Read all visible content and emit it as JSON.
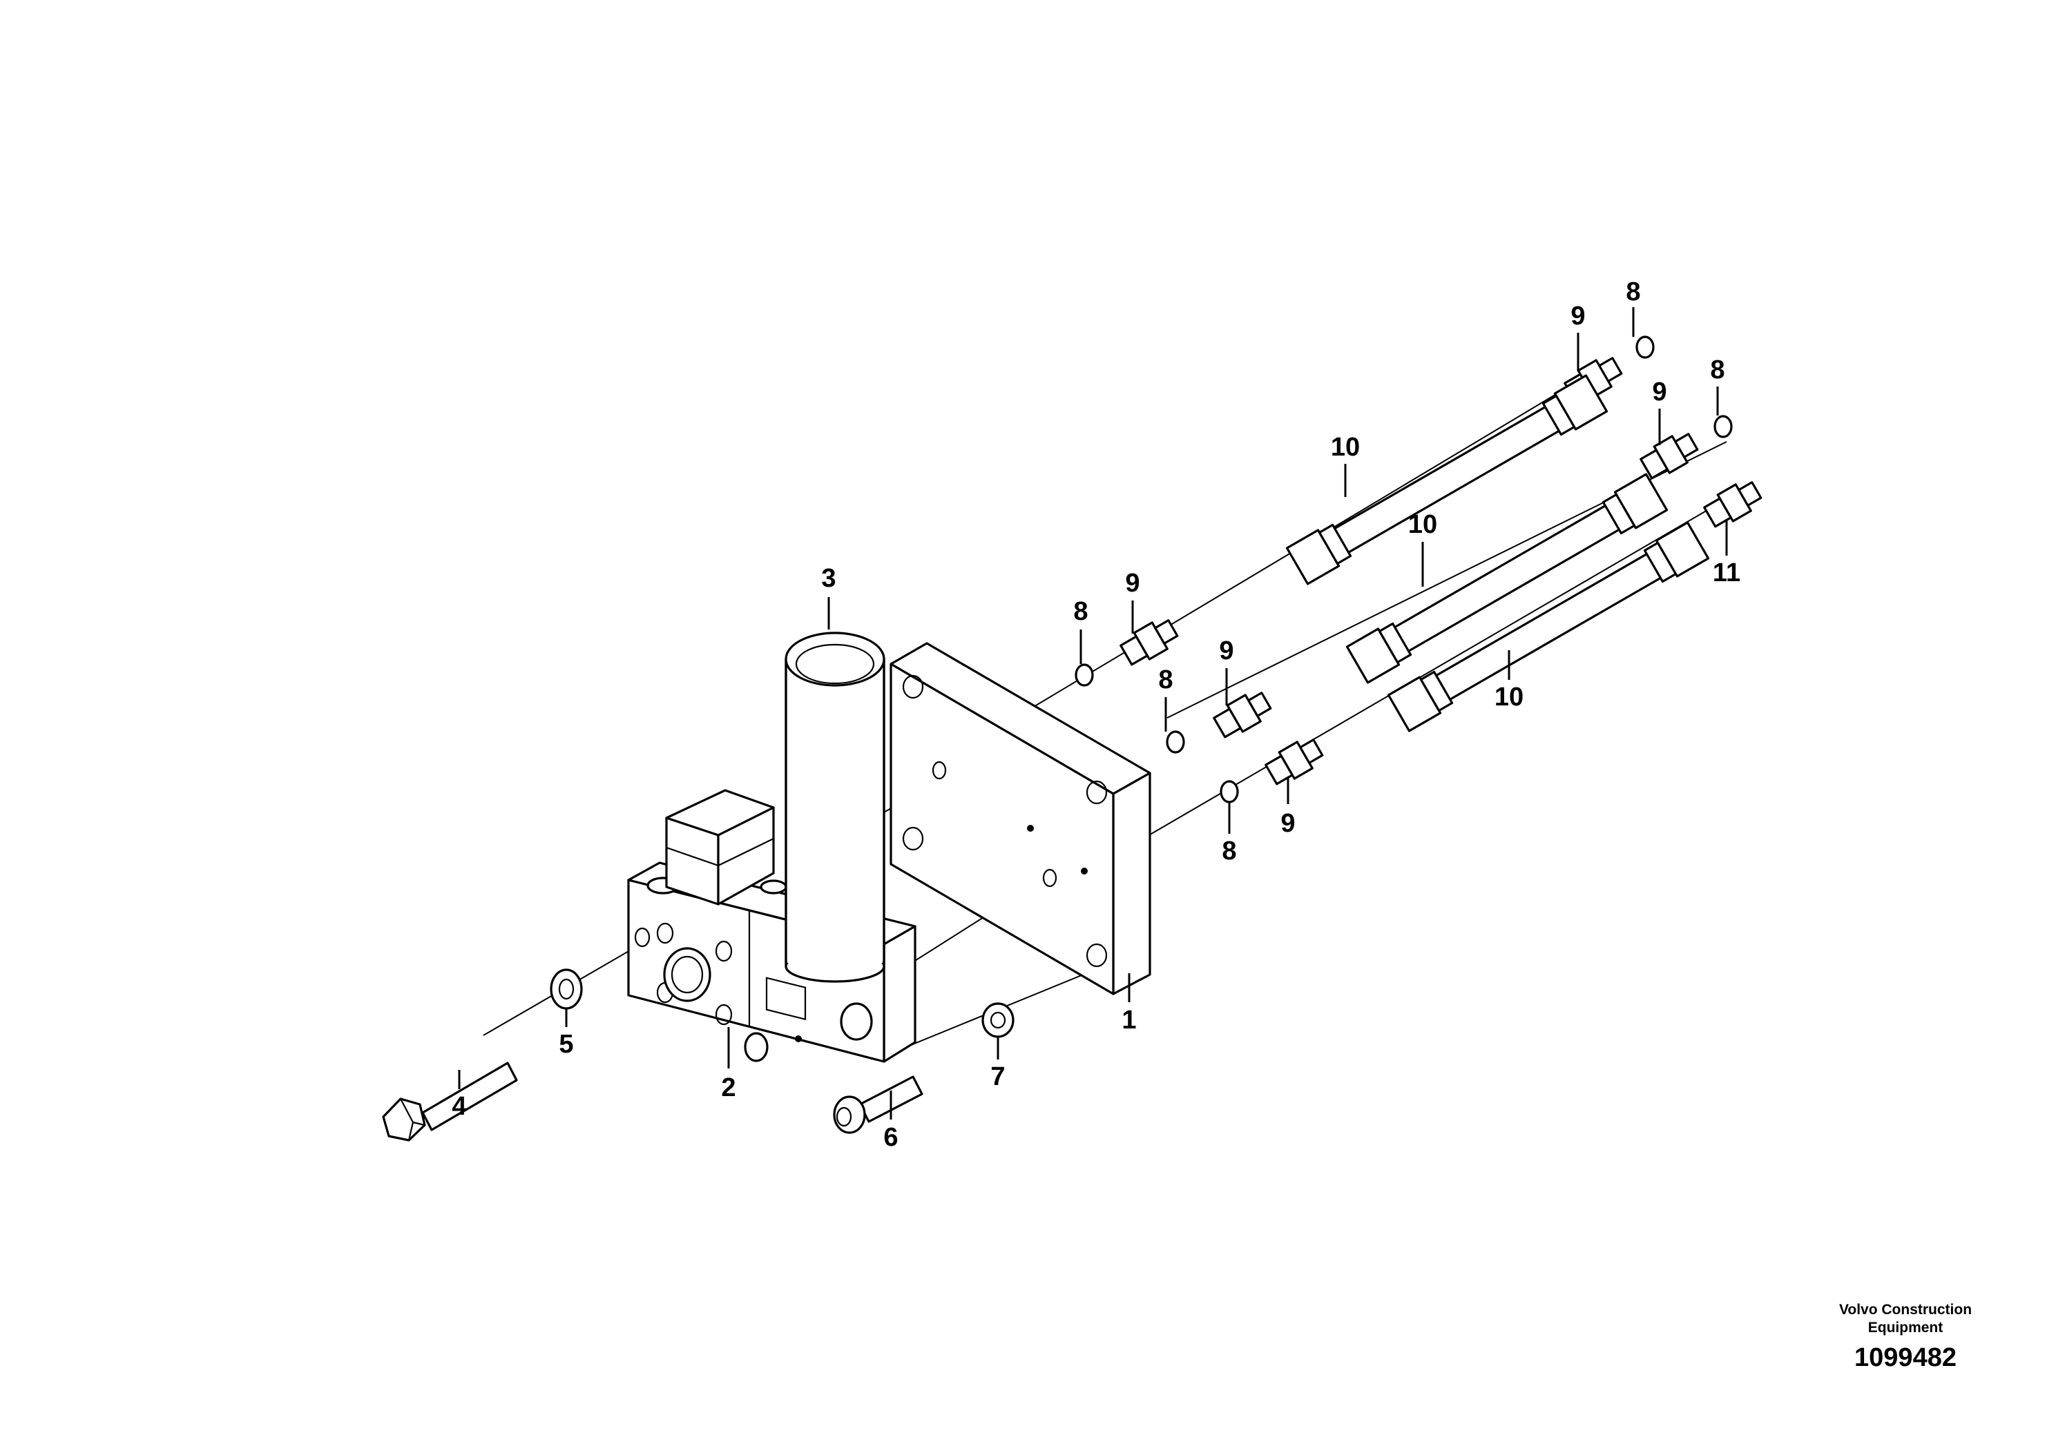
{
  "diagram": {
    "callouts": {
      "c1": "1",
      "c2": "2",
      "c3": "3",
      "c4": "4",
      "c5": "5",
      "c6": "6",
      "c7": "7",
      "c8a": "8",
      "c8b": "8",
      "c8c": "8",
      "c8d": "8",
      "c8e": "8",
      "c9a": "9",
      "c9b": "9",
      "c9c": "9",
      "c9d": "9",
      "c9e": "9",
      "c10a": "10",
      "c10b": "10",
      "c10c": "10",
      "c11": "11"
    }
  },
  "footer": {
    "brand_line1": "Volvo Construction",
    "brand_line2": "Equipment",
    "drawing_number": "1099482"
  }
}
